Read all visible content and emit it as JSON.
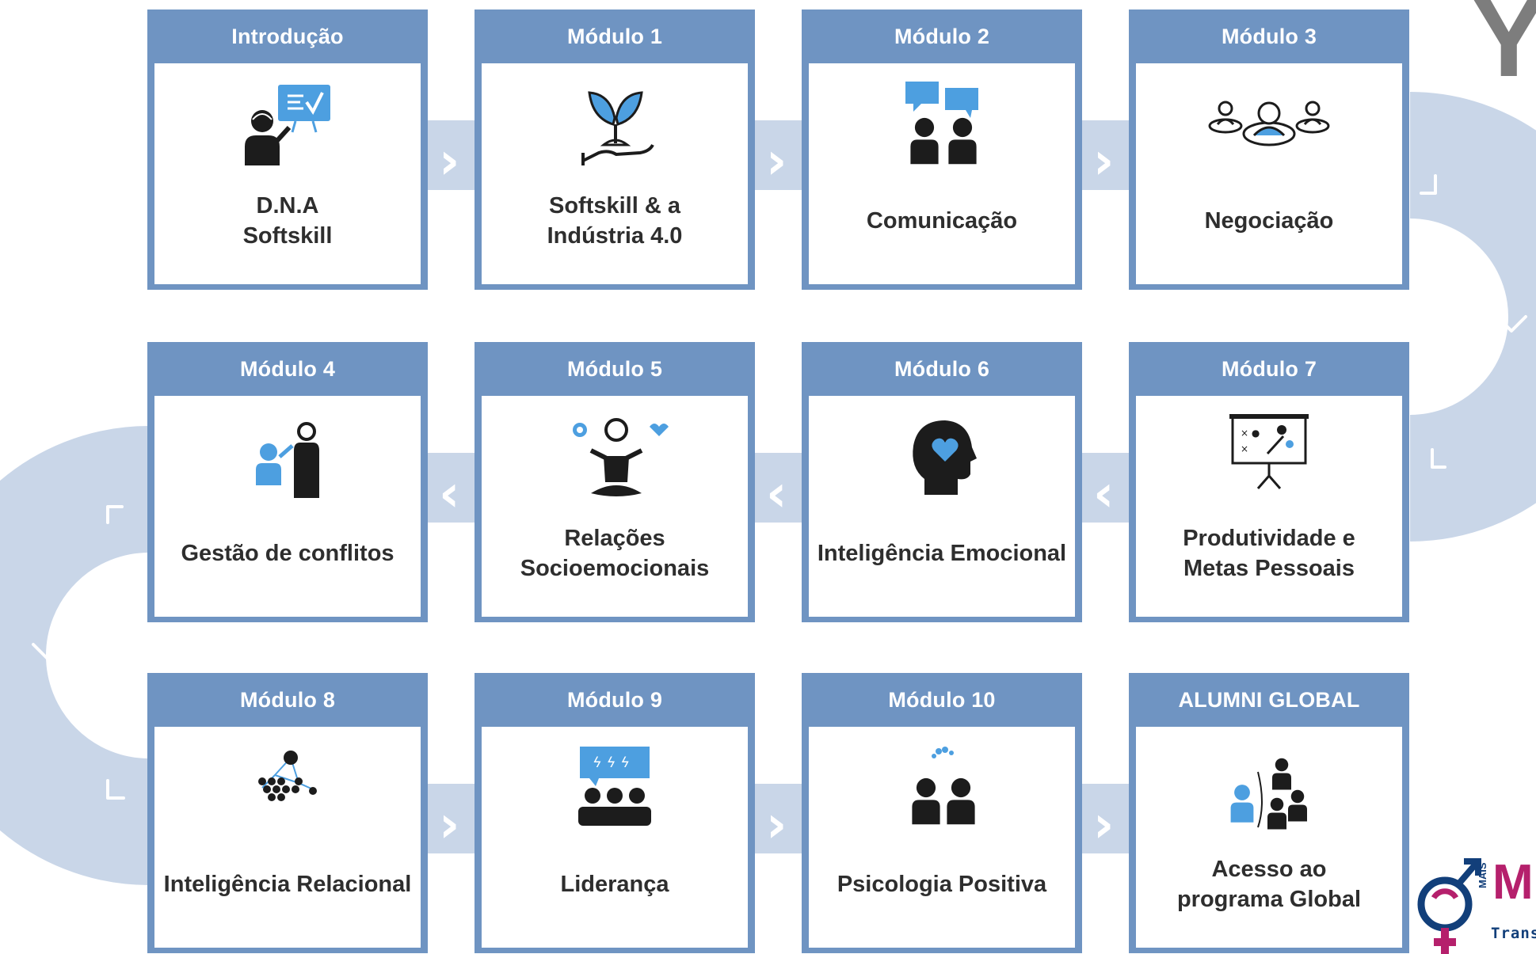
{
  "colors": {
    "header": "#6f94c2",
    "track": "#c9d6e8",
    "text": "#2e2e2e",
    "icon_dark": "#1c1c1c",
    "icon_blue": "#4d9fe0"
  },
  "rows": [
    {
      "direction": "right",
      "cards": [
        {
          "title": "Introdução",
          "label": "D.N.A\nSoftskill",
          "icon": "presenter-icon"
        },
        {
          "title": "Módulo 1",
          "label": "Softskill & a\nIndústria 4.0",
          "icon": "plant-hand-icon"
        },
        {
          "title": "Módulo 2",
          "label": "Comunicação",
          "icon": "conversation-icon"
        },
        {
          "title": "Módulo 3",
          "label": "Negociação",
          "icon": "negotiation-icon"
        }
      ]
    },
    {
      "direction": "left",
      "cards": [
        {
          "title": "Módulo 4",
          "label": "Gestão de conflitos",
          "icon": "conflict-icon"
        },
        {
          "title": "Módulo 5",
          "label": "Relações Socioemocionais",
          "icon": "meditation-icon"
        },
        {
          "title": "Módulo 6",
          "label": "Inteligência Emocional",
          "icon": "heart-head-icon"
        },
        {
          "title": "Módulo 7",
          "label": "Produtividade e\nMetas Pessoais",
          "icon": "strategy-board-icon"
        }
      ]
    },
    {
      "direction": "right",
      "cards": [
        {
          "title": "Módulo 8",
          "label": "Inteligência Relacional",
          "icon": "network-icon"
        },
        {
          "title": "Módulo 9",
          "label": "Liderança",
          "icon": "leadership-icon"
        },
        {
          "title": "Módulo 10",
          "label": "Psicologia Positiva",
          "icon": "positive-people-icon"
        },
        {
          "title": "ALUMNI GLOBAL",
          "label": "Acesso ao\nprograma Global",
          "icon": "global-network-icon"
        }
      ]
    }
  ],
  "brand": {
    "top_letter": "Y",
    "bottom_vertical": "MAIS",
    "bottom_letter": "M",
    "bottom_word": "Trans"
  }
}
